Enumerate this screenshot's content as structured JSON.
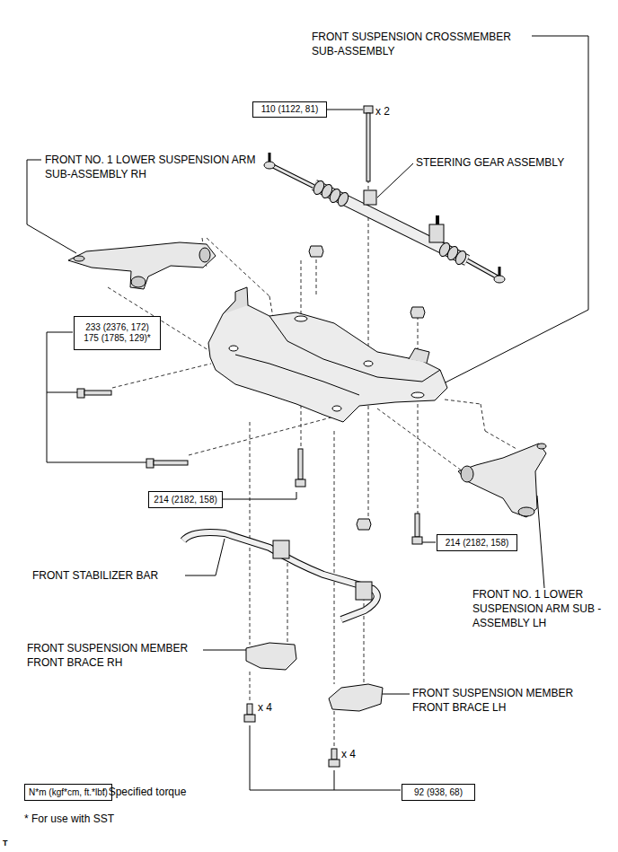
{
  "diagram": {
    "nodes": [
      {
        "text": [
          "110 (1122, 81)"
        ]
      },
      {
        "text": [
          "233 (2376, 172)",
          "175 (1785, 129)*"
        ]
      },
      {
        "text": [
          "214 (2182, 158)"
        ]
      },
      {
        "text": [
          "214 (2182, 158)"
        ]
      },
      {
        "text": [
          "N*m (kgf*cm, ft.*lbf)"
        ]
      },
      {
        "text": [
          "92 (938, 68)"
        ]
      }
    ],
    "labels": [
      "FRONT SUSPENSION CROSSMEMBER SUB-ASSEMBLY",
      "x 2",
      "FRONT NO. 1 LOWER SUSPENSION ARM SUB-ASSEMBLY RH",
      "STEERING GEAR ASSEMBLY",
      "FRONT STABILIZER BAR",
      "FRONT NO. 1 LOWER SUSPENSION ARM SUB -ASSEMBLY LH",
      "FRONT SUSPENSION MEMBER FRONT BRACE RH",
      "FRONT SUSPENSION MEMBER FRONT BRACE LH",
      "x 4",
      "x 4",
      ": Specified torque",
      "* For use with SST",
      "T"
    ]
  }
}
